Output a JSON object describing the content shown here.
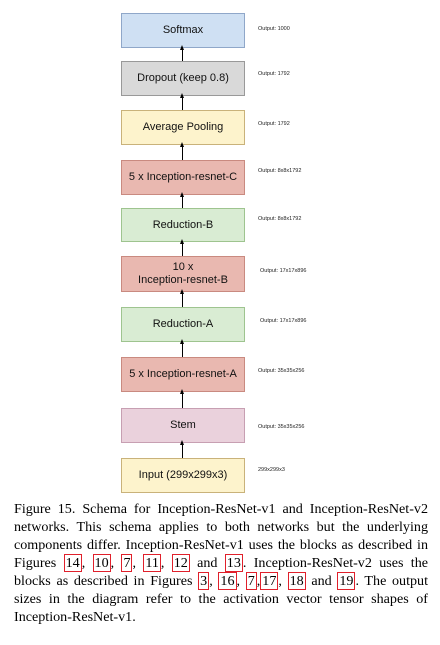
{
  "diagram": {
    "blocks": [
      {
        "id": "softmax",
        "label": "Softmax",
        "output": "Output: 1000",
        "color": "#cfe0f3"
      },
      {
        "id": "dropout",
        "label": "Dropout (keep 0.8)",
        "output": "Output: 1792",
        "color": "#d9d9d9"
      },
      {
        "id": "avgpool",
        "label": "Average Pooling",
        "output": "Output: 1792",
        "color": "#fdf3cc"
      },
      {
        "id": "incresc",
        "label": "5 x Inception-resnet-C",
        "output": "Output: 8x8x1792",
        "color": "#e9b8b0"
      },
      {
        "id": "reductionb",
        "label": "Reduction-B",
        "output": "Output: 8x8x1792",
        "color": "#d9ecd3"
      },
      {
        "id": "incresb",
        "label_line1": "10 x",
        "label_line2": "Inception-resnet-B",
        "output": "Output: 17x17x896",
        "color": "#e9b8b0"
      },
      {
        "id": "reductiona",
        "label": "Reduction-A",
        "output": "Output: 17x17x896",
        "color": "#d9ecd3"
      },
      {
        "id": "incresa",
        "label": "5 x Inception-resnet-A",
        "output": "Output: 35x35x256",
        "color": "#e9b8b0"
      },
      {
        "id": "stem",
        "label": "Stem",
        "output": "Output: 35x35x256",
        "color": "#ead1dc"
      },
      {
        "id": "input",
        "label": "Input (299x299x3)",
        "output": "299x299x3",
        "color": "#fdf3cc"
      }
    ]
  },
  "caption": {
    "prefix": "Figure 15. Schema for Inception-ResNet-v1 and Inception-ResNet-v2 networks. This schema applies to both networks but the underlying components differ. Inception-ResNet-v1 uses the blocks as described in Figures ",
    "v1_refs": [
      "14",
      "10",
      "7",
      "11",
      "12",
      "13"
    ],
    "mid": " Inception-ResNet-v2 uses the blocks as described in Figures ",
    "v2_refs": [
      "3",
      "16",
      "7",
      "17",
      "18",
      "19"
    ],
    "suffix": " The output sizes in the diagram refer to the activation vector tensor shapes of Inception-ResNet-v1."
  }
}
